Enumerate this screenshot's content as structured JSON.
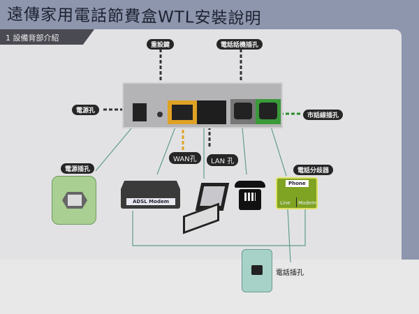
{
  "title": "遠傳家用電話節費盒WTL安裝說明",
  "section": "1  設備背部介紹",
  "labels": {
    "reset": "重設鍵",
    "phone_port": "電話話機插孔",
    "power_port": "電源孔",
    "line_port": "市話線插孔",
    "wan": "WAN孔",
    "lan": "LAN 孔",
    "power_outlet": "電源插孔",
    "splitter": "電話分歧器",
    "wall_jack": "電話插孔"
  },
  "modem_label": "ADSL Modem",
  "splitter_text": {
    "top": "Phone",
    "left": "Line",
    "right": "Modem"
  },
  "colors": {
    "wan": "#e0a224",
    "line": "#3a9a3a",
    "connector": "#5f9c8c",
    "outlet": "#a9cf92",
    "splitter": "#7fa323",
    "jack": "#a6d2c8"
  }
}
